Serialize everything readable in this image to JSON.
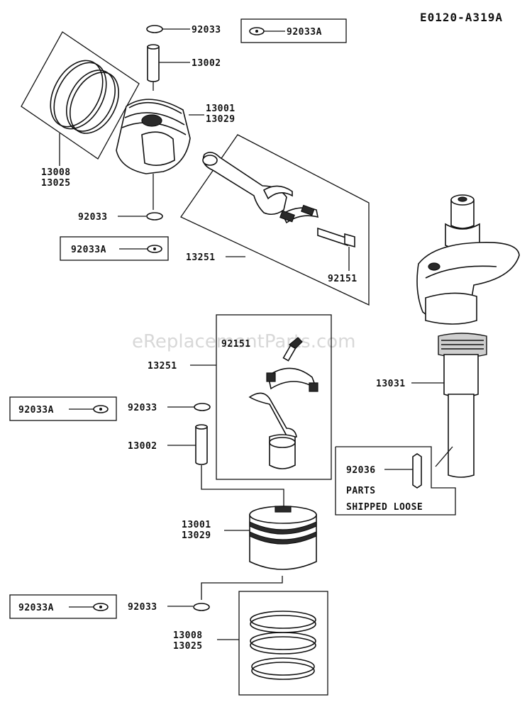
{
  "diagram": {
    "code": "E0120-A319A",
    "watermark": "eReplacementParts.com",
    "labels": {
      "top_circlip": "92033",
      "top_circlip_alt": "92033A",
      "top_pin": "13002",
      "top_piston_1": "13001",
      "top_piston_2": "13029",
      "top_rings_1": "13008",
      "top_rings_2": "13025",
      "top_lower_circlip": "92033",
      "top_lower_circlip_alt": "92033A",
      "top_conrod": "13251",
      "top_bolt": "92151",
      "mid_bolt": "92151",
      "mid_conrod": "13251",
      "mid_circlip_alt": "92033A",
      "mid_circlip": "92033",
      "mid_pin": "13002",
      "crankshaft": "13031",
      "key": "92036",
      "shipped_loose_1": "PARTS",
      "shipped_loose_2": "SHIPPED LOOSE",
      "bot_piston_1": "13001",
      "bot_piston_2": "13029",
      "bot_circlip_alt": "92033A",
      "bot_circlip": "92033",
      "bot_rings_1": "13008",
      "bot_rings_2": "13025"
    }
  }
}
